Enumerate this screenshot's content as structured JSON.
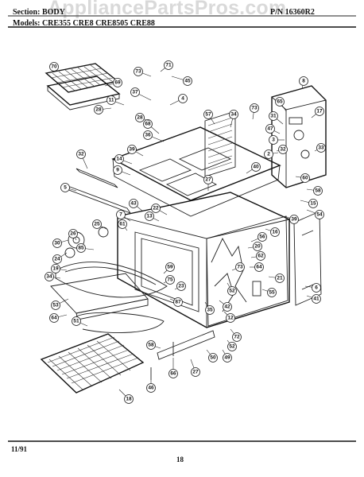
{
  "header": {
    "section_label": "Section: BODY",
    "part_number": "P/N 16360R2",
    "models_label": "Models: CRE355  CRE8  CRE8505  CRE88",
    "watermark": "AppliancePartsPros.com"
  },
  "footer": {
    "date": "11/91",
    "page_number": "18"
  },
  "callouts": [
    "70",
    "69",
    "73",
    "71",
    "45",
    "37",
    "4",
    "11",
    "28",
    "68",
    "36",
    "39",
    "57",
    "34",
    "73",
    "65",
    "8",
    "17",
    "31",
    "47",
    "3",
    "2",
    "33",
    "32",
    "14",
    "9",
    "5",
    "40",
    "27",
    "60",
    "58",
    "15",
    "54",
    "39",
    "43",
    "13",
    "22",
    "7",
    "16",
    "25",
    "61",
    "30",
    "26",
    "24",
    "85",
    "19",
    "56",
    "20",
    "62",
    "64",
    "59",
    "75",
    "23",
    "87",
    "53",
    "73",
    "52",
    "6",
    "41",
    "55",
    "35",
    "42",
    "12",
    "72",
    "52",
    "21",
    "58",
    "66",
    "27",
    "50",
    "49",
    "64",
    "51",
    "18",
    "46",
    "34",
    "32",
    "28"
  ],
  "colors": {
    "line": "#222222",
    "paper": "#ffffff",
    "watermark": "#787878"
  }
}
